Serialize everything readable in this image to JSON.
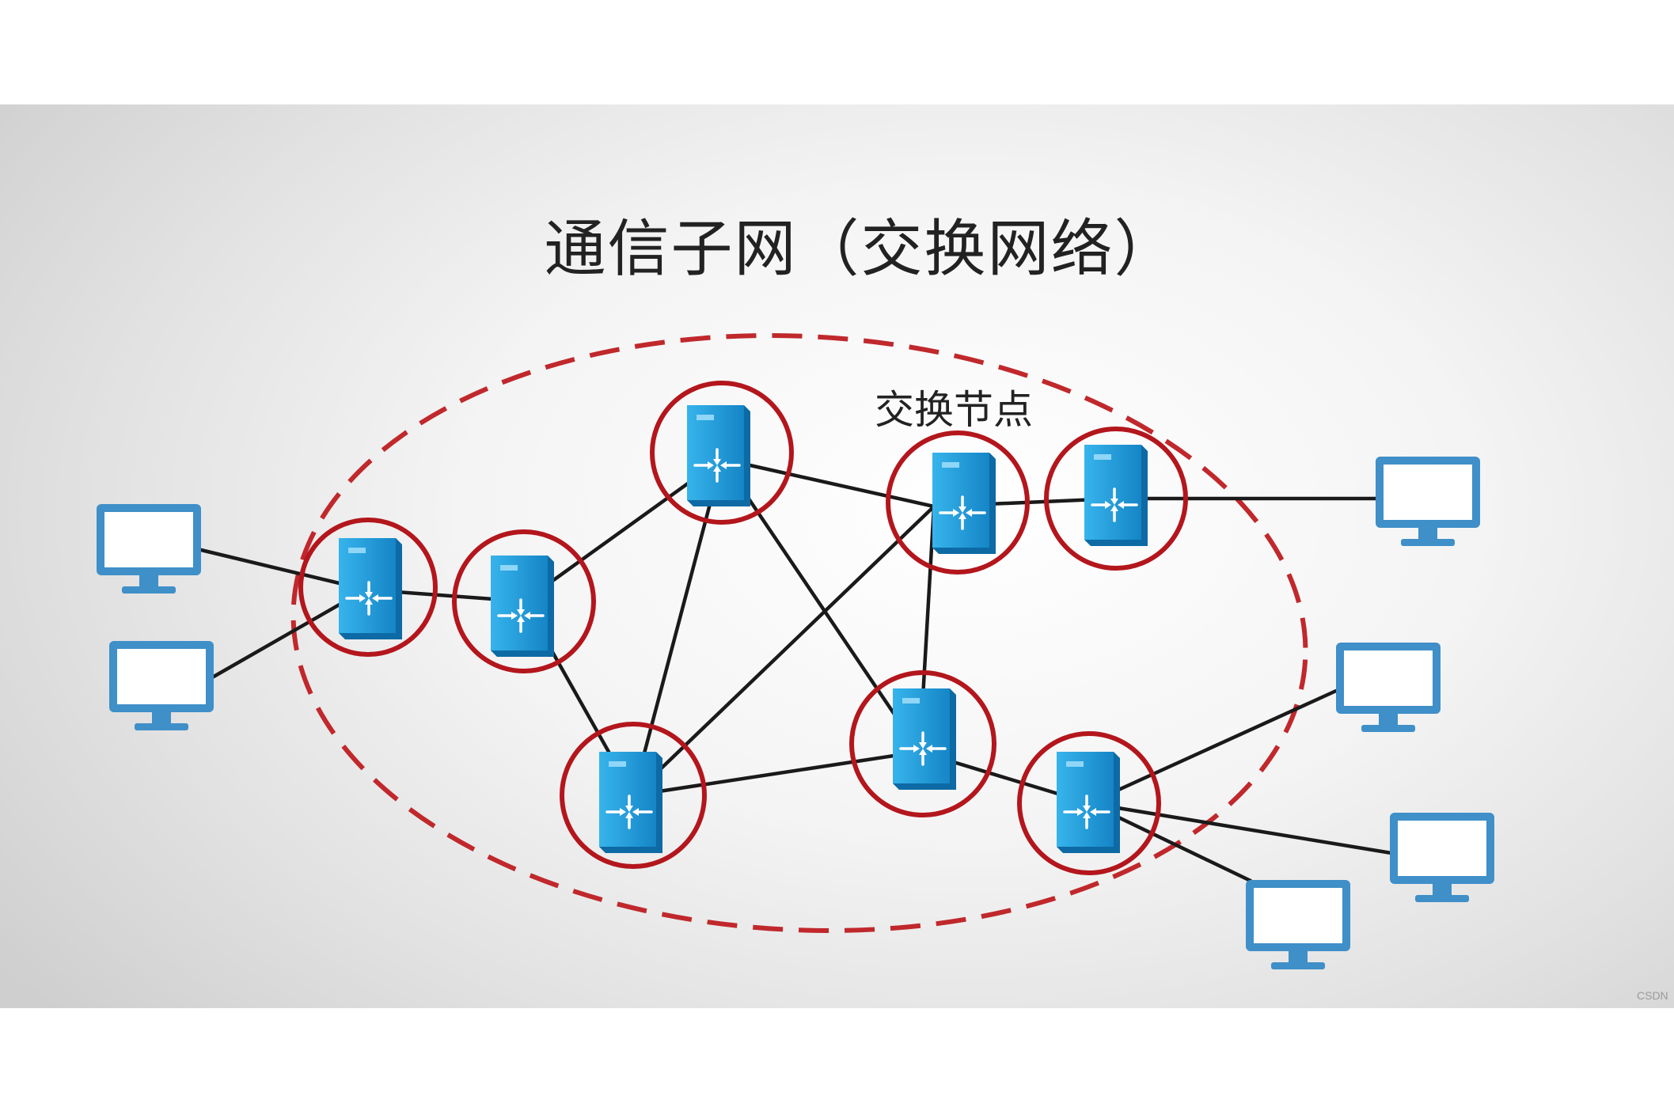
{
  "title": "通信子网（交换网络）",
  "node_label": "交换节点",
  "watermark": "CSDN",
  "colors": {
    "boundary": "#c0282c",
    "node_ring": "#b3161c",
    "switch_blue": "#1f9ad6",
    "host_blue": "#3f8fc8",
    "link": "#1a1a1a"
  },
  "icons": {
    "switch": "server-switch-icon",
    "host": "monitor-icon"
  }
}
